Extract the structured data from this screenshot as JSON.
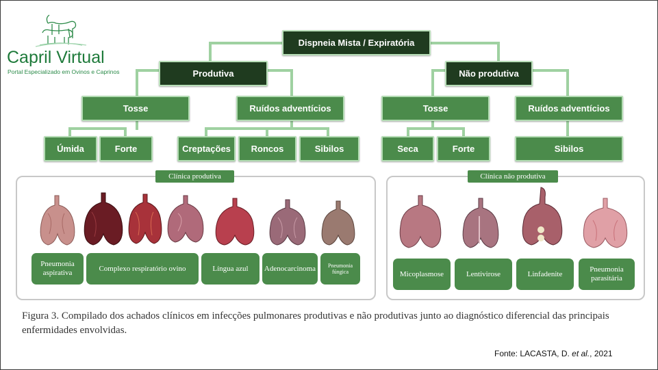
{
  "logo": {
    "title": "Capril Virtual",
    "subtitle": "Portal Especializado em Ovinos e Caprinos"
  },
  "tree": {
    "root": "Dispneia Mista / Expiratória",
    "productive": {
      "label": "Produtiva",
      "cough": {
        "label": "Tosse",
        "children": [
          "Úmida",
          "Forte"
        ]
      },
      "sounds": {
        "label": "Ruídos adventícios",
        "children": [
          "Creptações",
          "Roncos",
          "Sibilos"
        ]
      }
    },
    "nonproductive": {
      "label": "Não produtiva",
      "cough": {
        "label": "Tosse",
        "children": [
          "Seca",
          "Forte"
        ]
      },
      "sounds": {
        "label": "Ruídos adventícios",
        "children": [
          "Sibilos"
        ]
      }
    }
  },
  "panels": {
    "productive": {
      "label": "Clínica produtiva",
      "diagnoses": [
        "Pneumonia aspirativa",
        "Complexo respiratório ovino",
        "Língua azul",
        "Adenocarcinoma",
        "Pneumonia fúngica"
      ]
    },
    "nonproductive": {
      "label": "Clínica não produtiva",
      "diagnoses": [
        "Micoplasmose",
        "Lentivirose",
        "Linfadenite",
        "Pneumonia parasitária"
      ]
    }
  },
  "caption": "Figura 3. Compilado dos achados clínicos em infecções pulmonares produtivas e não produtivas junto ao diagnóstico diferencial das principais enfermidades envolvidas.",
  "source": {
    "prefix": "Fonte: LACASTA, D. ",
    "etal": "et al.",
    "suffix": ", 2021"
  },
  "colors": {
    "dark_node": "#1f3b1f",
    "green_node": "#4b8b4b",
    "connector": "#9fd1a1",
    "logo": "#1e7a3a"
  }
}
